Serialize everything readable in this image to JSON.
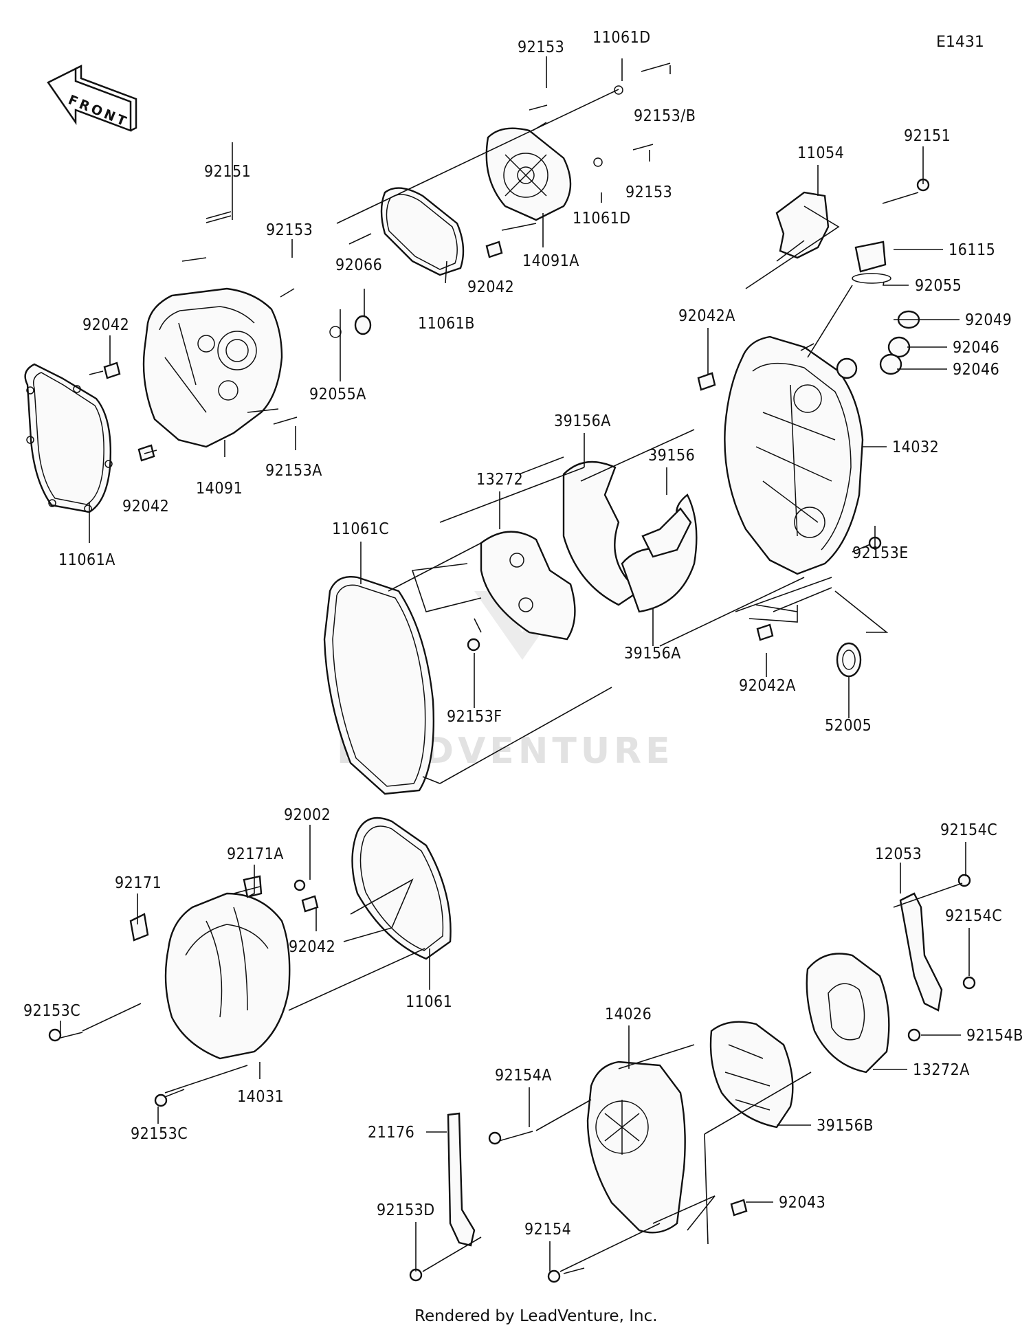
{
  "diagram": {
    "code": "E1431",
    "front_label": "FRONT",
    "watermark": "LEADVENTURE",
    "credit": "Rendered by LeadVenture, Inc.",
    "callouts": [
      {
        "id": "c01",
        "text": "92153"
      },
      {
        "id": "c02",
        "text": "11061D"
      },
      {
        "id": "c03",
        "text": "92153/B"
      },
      {
        "id": "c04",
        "text": "92153"
      },
      {
        "id": "c05",
        "text": "11061D"
      },
      {
        "id": "c06",
        "text": "14091A"
      },
      {
        "id": "c07",
        "text": "92042"
      },
      {
        "id": "c08",
        "text": "11061B"
      },
      {
        "id": "c09",
        "text": "92066"
      },
      {
        "id": "c10",
        "text": "92055A"
      },
      {
        "id": "c11",
        "text": "92151"
      },
      {
        "id": "c12",
        "text": "92153"
      },
      {
        "id": "c13",
        "text": "92042"
      },
      {
        "id": "c14",
        "text": "92042"
      },
      {
        "id": "c15",
        "text": "14091"
      },
      {
        "id": "c16",
        "text": "92153A"
      },
      {
        "id": "c17",
        "text": "11061A"
      },
      {
        "id": "c18",
        "text": "11054"
      },
      {
        "id": "c19",
        "text": "92151"
      },
      {
        "id": "c20",
        "text": "16115"
      },
      {
        "id": "c21",
        "text": "92055"
      },
      {
        "id": "c22",
        "text": "92049"
      },
      {
        "id": "c23",
        "text": "92046"
      },
      {
        "id": "c24",
        "text": "92046"
      },
      {
        "id": "c25",
        "text": "92042A"
      },
      {
        "id": "c26",
        "text": "14032"
      },
      {
        "id": "c27",
        "text": "92153E"
      },
      {
        "id": "c28",
        "text": "39156A"
      },
      {
        "id": "c29",
        "text": "39156"
      },
      {
        "id": "c30",
        "text": "13272"
      },
      {
        "id": "c31",
        "text": "11061C"
      },
      {
        "id": "c32",
        "text": "39156A"
      },
      {
        "id": "c33",
        "text": "92153F"
      },
      {
        "id": "c34",
        "text": "92042A"
      },
      {
        "id": "c35",
        "text": "52005"
      },
      {
        "id": "c36",
        "text": "92002"
      },
      {
        "id": "c37",
        "text": "92171A"
      },
      {
        "id": "c38",
        "text": "92171"
      },
      {
        "id": "c39",
        "text": "92042"
      },
      {
        "id": "c40",
        "text": "11061"
      },
      {
        "id": "c41",
        "text": "92153C"
      },
      {
        "id": "c42",
        "text": "14031"
      },
      {
        "id": "c43",
        "text": "92153C"
      },
      {
        "id": "c44",
        "text": "92154C"
      },
      {
        "id": "c45",
        "text": "12053"
      },
      {
        "id": "c46",
        "text": "92154C"
      },
      {
        "id": "c47",
        "text": "92154B"
      },
      {
        "id": "c48",
        "text": "13272A"
      },
      {
        "id": "c49",
        "text": "14026"
      },
      {
        "id": "c50",
        "text": "92154A"
      },
      {
        "id": "c51",
        "text": "39156B"
      },
      {
        "id": "c52",
        "text": "21176"
      },
      {
        "id": "c53",
        "text": "92043"
      },
      {
        "id": "c54",
        "text": "92153D"
      },
      {
        "id": "c55",
        "text": "92154"
      }
    ]
  }
}
